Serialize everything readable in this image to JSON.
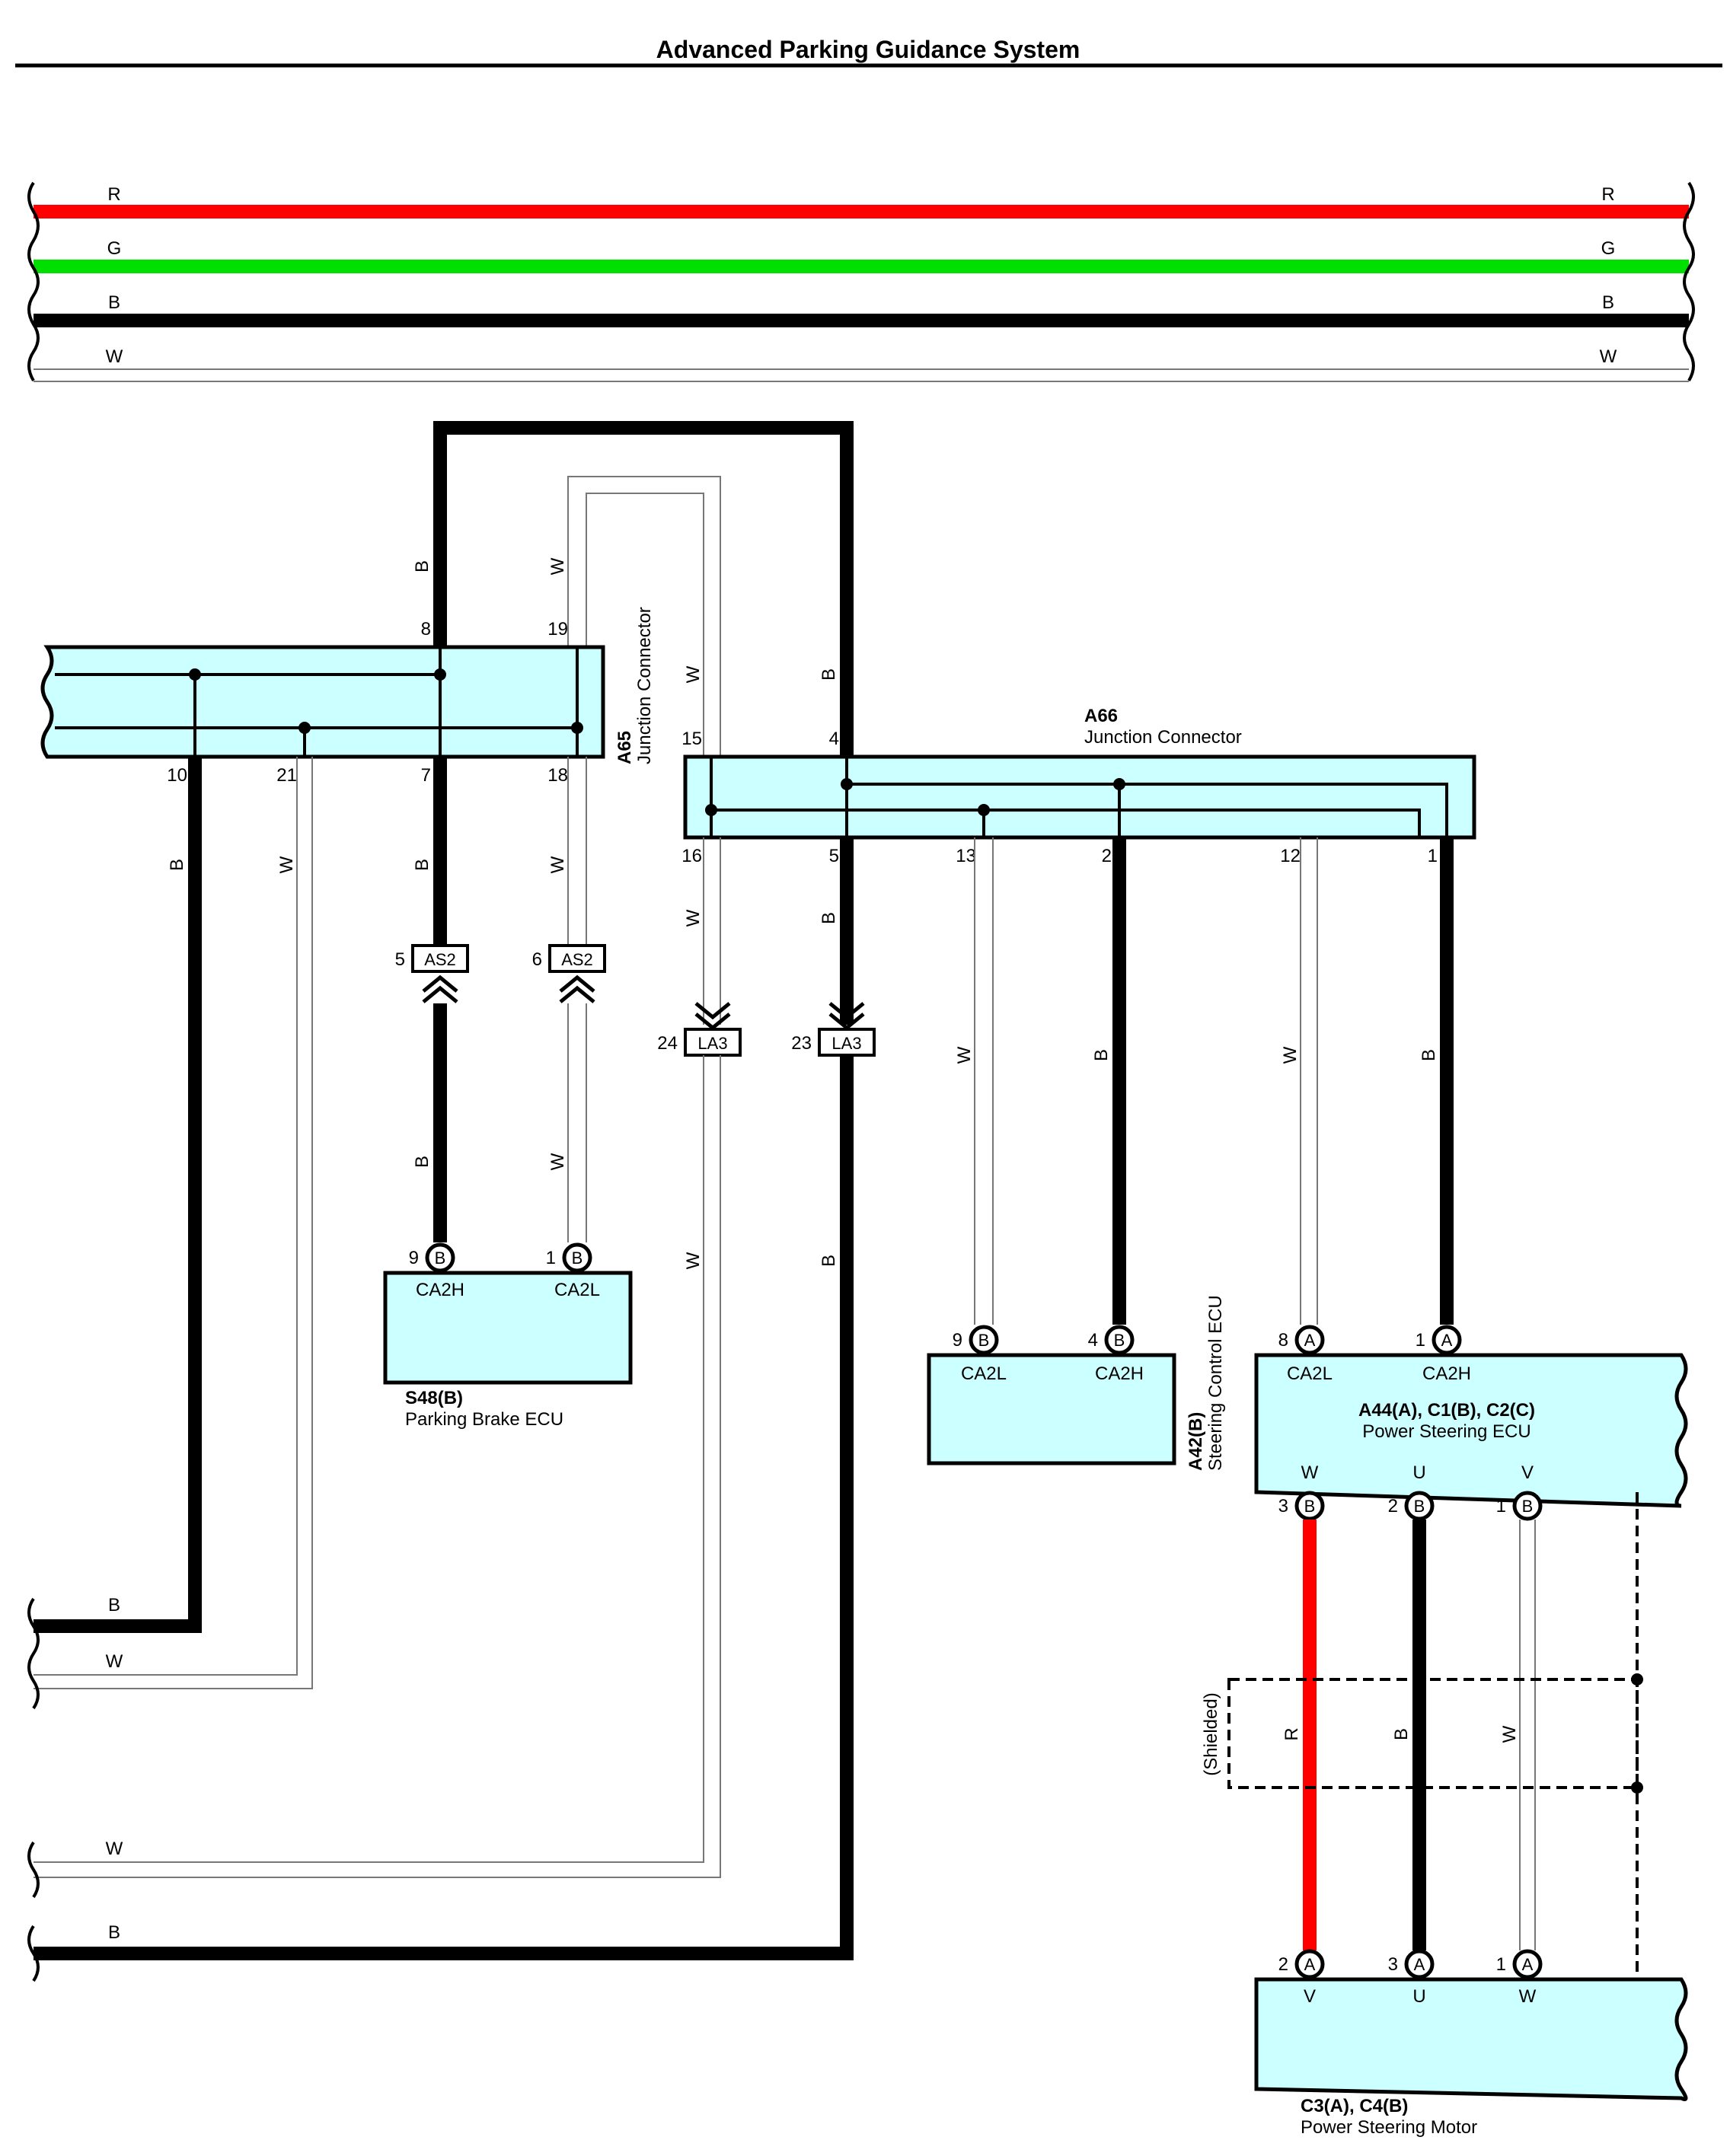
{
  "title": "Advanced Parking Guidance System",
  "colors": {
    "red": "#ff0000",
    "green": "#00e000",
    "black": "#000000",
    "white": "#ffffff",
    "connector_fill": "#ccffff"
  },
  "top_wires": {
    "labels": [
      "R",
      "G",
      "B",
      "W"
    ]
  },
  "wire_labels": {
    "b": "B",
    "w": "W",
    "r": "R"
  },
  "a65": {
    "name": "A65",
    "desc": "Junction Connector",
    "pins": {
      "p8": "8",
      "p19": "19",
      "p10": "10",
      "p21": "21",
      "p7": "7",
      "p18": "18"
    }
  },
  "a66": {
    "name": "A66",
    "desc": "Junction Connector",
    "pins": {
      "p15": "15",
      "p4": "4",
      "p16": "16",
      "p5": "5",
      "p13": "13",
      "p2": "2",
      "p12": "12",
      "p1": "1"
    }
  },
  "as2": {
    "label": "AS2",
    "pin_a": "5",
    "pin_b": "6"
  },
  "la3": {
    "label": "LA3",
    "pin_a": "24",
    "pin_b": "23"
  },
  "s48": {
    "name": "S48(B)",
    "desc": "Parking Brake ECU",
    "pin_a": "9",
    "pin_b": "1",
    "circle": "B",
    "sig_a": "CA2H",
    "sig_b": "CA2L"
  },
  "a42": {
    "name": "A42(B)",
    "desc": "Steering Control ECU",
    "pin_a": "9",
    "pin_b": "4",
    "circle": "B",
    "sig_a": "CA2L",
    "sig_b": "CA2H"
  },
  "ps_ecu": {
    "name": "A44(A), C1(B), C2(C)",
    "desc": "Power Steering ECU",
    "top_pin_a": "8",
    "top_pin_b": "1",
    "top_circle": "A",
    "sig_a": "CA2L",
    "sig_b": "CA2H",
    "phase_w": "W",
    "phase_u": "U",
    "phase_v": "V",
    "bot_pin_a": "3",
    "bot_pin_b": "2",
    "bot_pin_c": "1",
    "bot_circle": "B"
  },
  "shield": {
    "label": "(Shielded)"
  },
  "motor": {
    "name": "C3(A), C4(B)",
    "desc": "Power Steering Motor",
    "pin_a": "2",
    "pin_b": "3",
    "pin_c": "1",
    "circle": "A",
    "phase_v": "V",
    "phase_u": "U",
    "phase_w": "W"
  }
}
